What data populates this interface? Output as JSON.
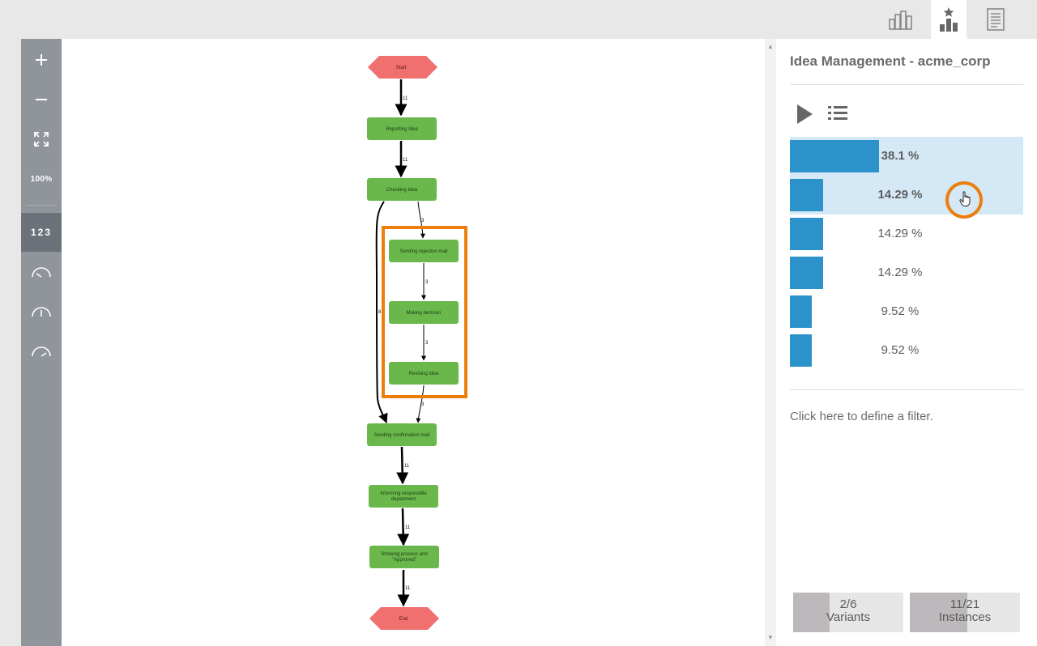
{
  "topbar": {
    "buttons": [
      {
        "name": "statistics-button",
        "icon": "bar-chart-icon",
        "active": false
      },
      {
        "name": "variants-button",
        "icon": "star-bar-chart-icon",
        "active": true
      },
      {
        "name": "report-button",
        "icon": "document-icon",
        "active": false
      }
    ]
  },
  "toolbar": {
    "zoom_in_icon": "plus-icon",
    "zoom_out_icon": "minus-icon",
    "fit_icon": "fit-screen-icon",
    "zoom_level": "100%",
    "frequency_label": "123",
    "speed_icons": [
      "gauge-slow-icon",
      "gauge-medium-icon",
      "gauge-fast-icon"
    ]
  },
  "process_map": {
    "nodes": [
      {
        "id": "start",
        "label": "Start",
        "shape": "hexagon"
      },
      {
        "id": "reporting",
        "label": "Reporting Idea",
        "shape": "activity"
      },
      {
        "id": "checking",
        "label": "Checking Idea",
        "shape": "activity"
      },
      {
        "id": "rejection",
        "label": "Sending rejection mail",
        "shape": "activity"
      },
      {
        "id": "decision",
        "label": "Making decision",
        "shape": "activity"
      },
      {
        "id": "revising",
        "label": "Revising Idea",
        "shape": "activity"
      },
      {
        "id": "confirmation",
        "label": "Sending confirmation mail",
        "shape": "activity"
      },
      {
        "id": "informing",
        "label": "Informing responsible department",
        "shape": "activity"
      },
      {
        "id": "showing",
        "label": "Showing process and \"Approved\"",
        "shape": "activity"
      },
      {
        "id": "end",
        "label": "End",
        "shape": "hexagon"
      }
    ],
    "edges": [
      {
        "from": "start",
        "to": "reporting",
        "count": "11"
      },
      {
        "from": "reporting",
        "to": "checking",
        "count": "11"
      },
      {
        "from": "checking",
        "to": "rejection",
        "count": "3"
      },
      {
        "from": "rejection",
        "to": "decision",
        "count": "3"
      },
      {
        "from": "decision",
        "to": "revising",
        "count": "3"
      },
      {
        "from": "revising",
        "to": "confirmation",
        "count": "3"
      },
      {
        "from": "checking",
        "to": "confirmation",
        "count": "8"
      },
      {
        "from": "confirmation",
        "to": "informing",
        "count": "11"
      },
      {
        "from": "informing",
        "to": "showing",
        "count": "11"
      },
      {
        "from": "showing",
        "to": "end",
        "count": "11"
      }
    ],
    "colors": {
      "activity": "#6ab84c",
      "terminal": "#f07070",
      "highlight": "#ec7e0e"
    }
  },
  "panel": {
    "title": "Idea Management - acme_corp",
    "play_icon": "play-icon",
    "list_icon": "list-icon",
    "variants": [
      {
        "percent": "38.1 %",
        "share": 0.381,
        "selected": true
      },
      {
        "percent": "14.29 %",
        "share": 0.1429,
        "selected": true
      },
      {
        "percent": "14.29 %",
        "share": 0.1429,
        "selected": false
      },
      {
        "percent": "14.29 %",
        "share": 0.1429,
        "selected": false
      },
      {
        "percent": "9.52 %",
        "share": 0.0952,
        "selected": false
      },
      {
        "percent": "9.52 %",
        "share": 0.0952,
        "selected": false
      }
    ],
    "filter_text": "Click here to define a filter.",
    "counters": {
      "variants": {
        "value": "2/6",
        "label": "Variants",
        "fraction": 0.333
      },
      "instances": {
        "value": "11/21",
        "label": "Instances",
        "fraction": 0.524
      }
    }
  },
  "colors": {
    "bar": "#2b93c9",
    "selection": "#d4e9f5",
    "toolbar": "#8f959b",
    "highlight": "#ec7e0e"
  }
}
